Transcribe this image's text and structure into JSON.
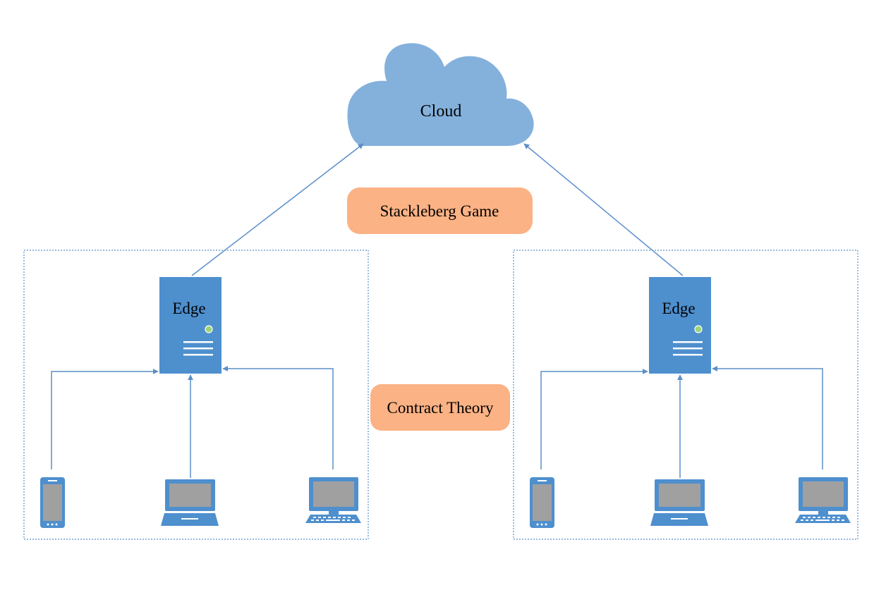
{
  "cloud": {
    "label": "Cloud",
    "fill": "#84b1dc"
  },
  "game_labels": {
    "stackelberg": "Stackleberg Game",
    "contract": "Contract Theory",
    "fill": "#fbb284"
  },
  "edge_servers": [
    {
      "label": "Edge"
    },
    {
      "label": "Edge"
    }
  ],
  "colors": {
    "server": "#4e8fce",
    "line": "#5b8fc9",
    "device": "#4e8fce",
    "screen": "#a0a0a0",
    "led": "#9ed37a",
    "cluster_border": "#5b8fc9"
  },
  "clusters": [
    {
      "devices": [
        "smartphone-icon",
        "laptop-icon",
        "desktop-monitor-icon"
      ]
    },
    {
      "devices": [
        "smartphone-icon",
        "laptop-icon",
        "desktop-monitor-icon"
      ]
    }
  ]
}
